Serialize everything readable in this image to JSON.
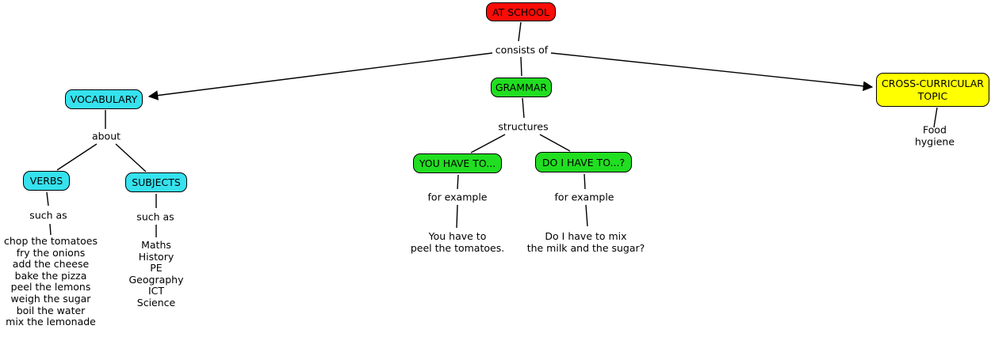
{
  "nodes": {
    "at_school": {
      "label": "AT SCHOOL",
      "color": "#fb0c06"
    },
    "vocabulary": {
      "label": "VOCABULARY",
      "color": "#35e2ee"
    },
    "grammar": {
      "label": "GRAMMAR",
      "color": "#21de21"
    },
    "cross_curricular": {
      "label": "CROSS-CURRICULAR TOPIC",
      "color": "#ffff00"
    },
    "verbs": {
      "label": "VERBS",
      "color": "#35e2ee"
    },
    "subjects": {
      "label": "SUBJECTS",
      "color": "#35e2ee"
    },
    "you_have_to": {
      "label": "YOU HAVE TO...",
      "color": "#21de21"
    },
    "do_i_have_to": {
      "label": "DO I HAVE TO...?",
      "color": "#21de21"
    }
  },
  "link_labels": {
    "consists_of": "consists of",
    "about": "about",
    "such_as_verbs": "such as",
    "such_as_subjects": "such as",
    "structures": "structures",
    "for_example_you": "for example",
    "for_example_do": "for example"
  },
  "examples": {
    "verbs": [
      "chop the tomatoes",
      "fry the onions",
      "add the cheese",
      "bake the pizza",
      "peel the lemons",
      "weigh the sugar",
      "boil the water",
      "mix the lemonade"
    ],
    "subjects": [
      "Maths",
      "History",
      "PE",
      "Geography",
      "ICT",
      "Science"
    ],
    "you_have_to": "You have to\npeel the tomatoes.",
    "do_i_have_to": "Do I have to mix\nthe milk and the sugar?",
    "cross_curricular": "Food hygiene"
  }
}
